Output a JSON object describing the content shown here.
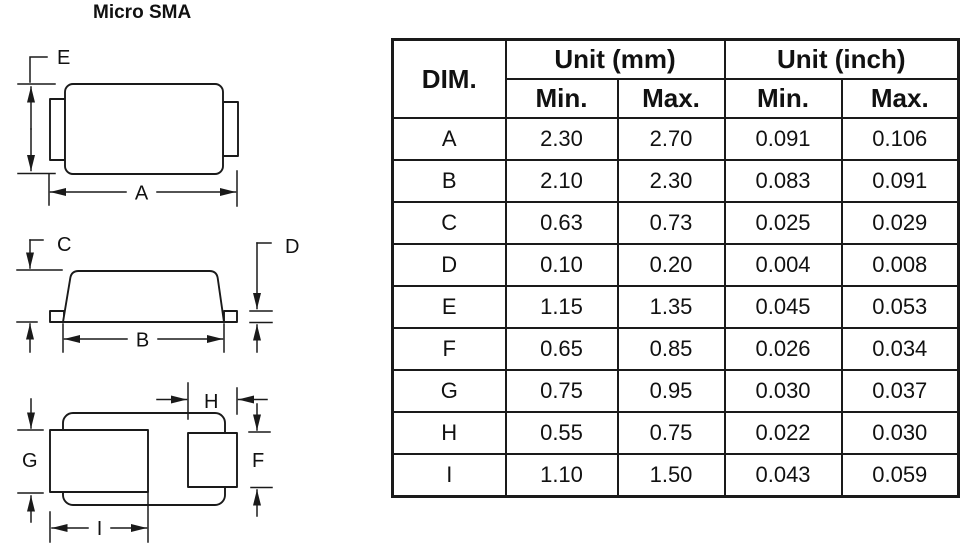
{
  "title": "Micro SMA",
  "colors": {
    "ink": "#1a1a1a",
    "background": "#ffffff"
  },
  "dim_labels": {
    "A": "A",
    "B": "B",
    "C": "C",
    "D": "D",
    "E": "E",
    "F": "F",
    "G": "G",
    "H": "H",
    "I": "I"
  },
  "table": {
    "header": {
      "dim": "DIM.",
      "unit_mm": "Unit (mm)",
      "unit_inch": "Unit (inch)",
      "mm_min": "Min.",
      "mm_max": "Max.",
      "inch_min": "Min.",
      "inch_max": "Max."
    },
    "rows": [
      {
        "dim": "A",
        "mm_min": "2.30",
        "mm_max": "2.70",
        "inch_min": "0.091",
        "inch_max": "0.106"
      },
      {
        "dim": "B",
        "mm_min": "2.10",
        "mm_max": "2.30",
        "inch_min": "0.083",
        "inch_max": "0.091"
      },
      {
        "dim": "C",
        "mm_min": "0.63",
        "mm_max": "0.73",
        "inch_min": "0.025",
        "inch_max": "0.029"
      },
      {
        "dim": "D",
        "mm_min": "0.10",
        "mm_max": "0.20",
        "inch_min": "0.004",
        "inch_max": "0.008"
      },
      {
        "dim": "E",
        "mm_min": "1.15",
        "mm_max": "1.35",
        "inch_min": "0.045",
        "inch_max": "0.053"
      },
      {
        "dim": "F",
        "mm_min": "0.65",
        "mm_max": "0.85",
        "inch_min": "0.026",
        "inch_max": "0.034"
      },
      {
        "dim": "G",
        "mm_min": "0.75",
        "mm_max": "0.95",
        "inch_min": "0.030",
        "inch_max": "0.037"
      },
      {
        "dim": "H",
        "mm_min": "0.55",
        "mm_max": "0.75",
        "inch_min": "0.022",
        "inch_max": "0.030"
      },
      {
        "dim": "I",
        "mm_min": "1.10",
        "mm_max": "1.50",
        "inch_min": "0.043",
        "inch_max": "0.059"
      }
    ]
  }
}
